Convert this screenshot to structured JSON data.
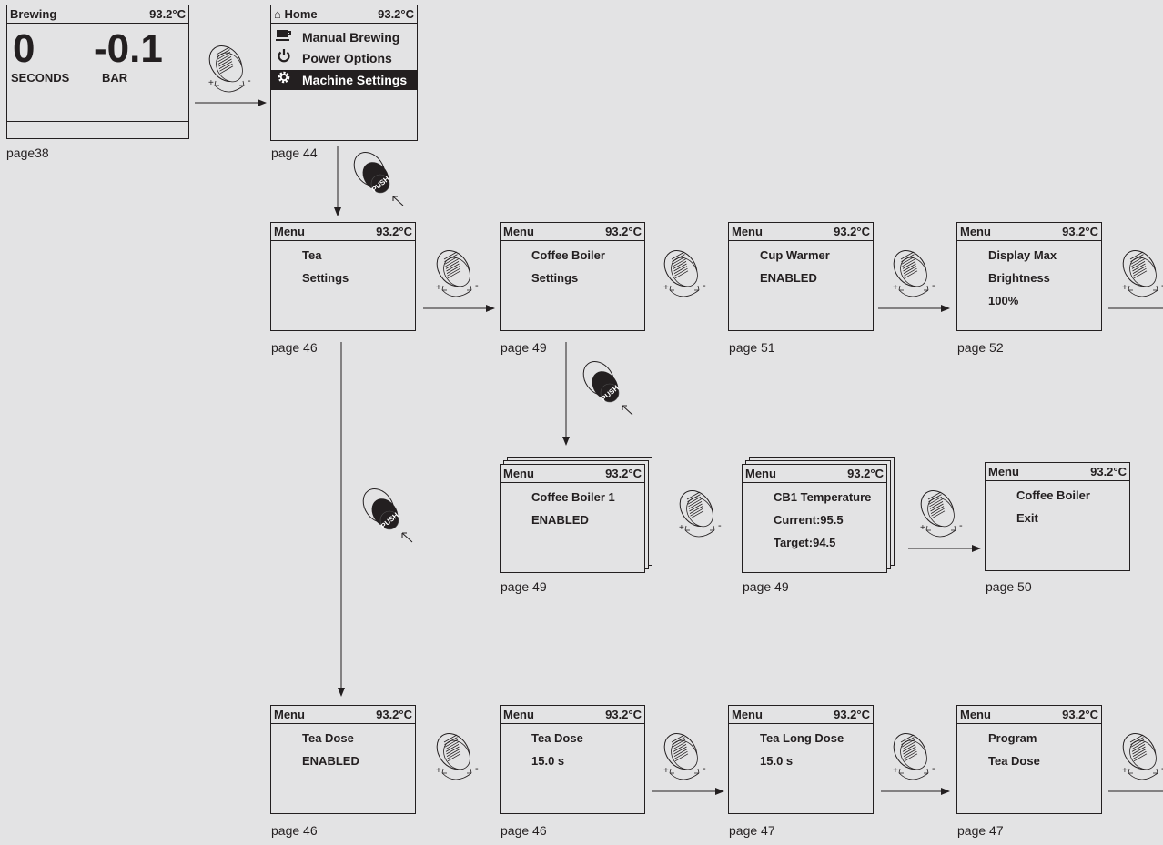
{
  "brewing": {
    "title": "Brewing",
    "temp": "93.2°C",
    "seconds_value": "0",
    "bar_value": "-0.1",
    "seconds_label": "SECONDS",
    "bar_label": "BAR",
    "page": "page38"
  },
  "home": {
    "title": "Home",
    "temp": "93.2°C",
    "items": [
      {
        "label": "Manual Brewing",
        "icon": "cup-icon"
      },
      {
        "label": "Power Options",
        "icon": "power-icon"
      },
      {
        "label": "Machine Settings",
        "icon": "gear-icon",
        "selected": true
      }
    ],
    "page": "page 44"
  },
  "knob": {
    "push_label": "PUSH",
    "plus": "+",
    "minus": "-"
  },
  "row1": [
    {
      "title": "Menu",
      "temp": "93.2°C",
      "line1": "Tea",
      "line2": "Settings",
      "line3": "",
      "page": "page 46"
    },
    {
      "title": "Menu",
      "temp": "93.2°C",
      "line1": "Coffee Boiler",
      "line2": "Settings",
      "line3": "",
      "page": "page 49"
    },
    {
      "title": "Menu",
      "temp": "93.2°C",
      "line1": "Cup Warmer",
      "line2": "ENABLED",
      "line3": "",
      "page": "page 51"
    },
    {
      "title": "Menu",
      "temp": "93.2°C",
      "line1": "Display Max",
      "line2": "Brightness",
      "line3": "100%",
      "page": "page 52"
    }
  ],
  "row2": [
    {
      "title": "Menu",
      "temp": "93.2°C",
      "line1": "Coffee Boiler 1",
      "line2": "ENABLED",
      "line3": "",
      "page": "page 49"
    },
    {
      "title": "Menu",
      "temp": "93.2°C",
      "line1": "CB1 Temperature",
      "line2": "Current:95.5",
      "line3": "Target:94.5",
      "page": "page 49"
    },
    {
      "title": "Menu",
      "temp": "93.2°C",
      "line1": "Coffee Boiler",
      "line2": "Exit",
      "line3": "",
      "page": "page 50"
    }
  ],
  "row3": [
    {
      "title": "Menu",
      "temp": "93.2°C",
      "line1": "Tea Dose",
      "line2": "ENABLED",
      "line3": "",
      "page": "page 46"
    },
    {
      "title": "Menu",
      "temp": "93.2°C",
      "line1": "Tea Dose",
      "line2": "15.0 s",
      "line3": "",
      "page": "page 46"
    },
    {
      "title": "Menu",
      "temp": "93.2°C",
      "line1": "Tea Long Dose",
      "line2": "15.0 s",
      "line3": "",
      "page": "page 47"
    },
    {
      "title": "Menu",
      "temp": "93.2°C",
      "line1": "Program",
      "line2": "Tea Dose",
      "line3": "",
      "page": "page 47"
    }
  ]
}
